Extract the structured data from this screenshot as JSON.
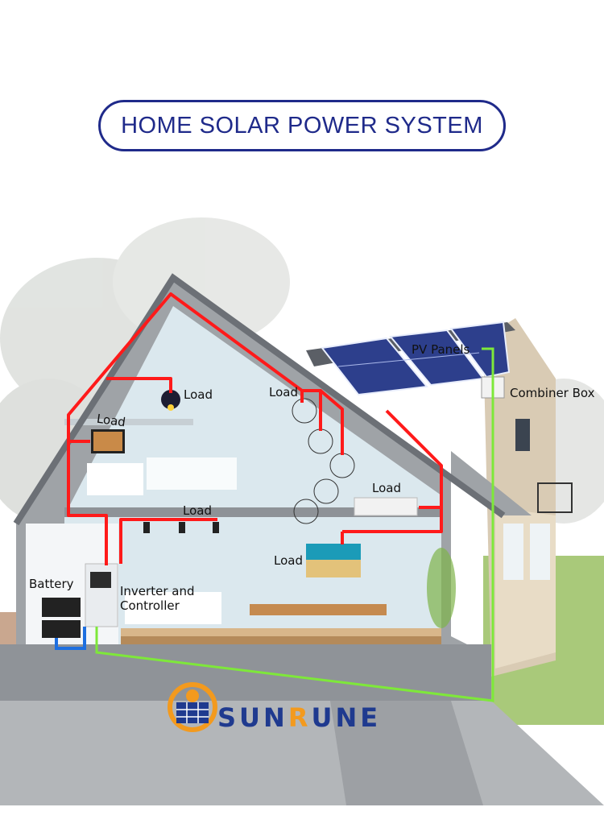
{
  "title": "HOME SOLAR POWER SYSTEM",
  "labels": {
    "load_bulb": "Load",
    "load_pendant": "Load",
    "load_monitor": "Load",
    "load_spotlights": "Load",
    "load_ac": "Load",
    "load_tv": "Load",
    "pv_panels": "PV Panels",
    "combiner_box": "Combiner Box",
    "battery": "Battery",
    "inverter": "Inverter and\nController"
  },
  "brand": {
    "name_pre": "SUN",
    "name_accent": "R",
    "name_post": "UNE"
  },
  "colors": {
    "title": "#1f2a8a",
    "ac_wiring": "#ff1a1a",
    "dc_wiring": "#7ee83a",
    "battery_wiring": "#1e6fe0",
    "brand_blue": "#1f3a8f",
    "brand_orange": "#f39a1e"
  }
}
